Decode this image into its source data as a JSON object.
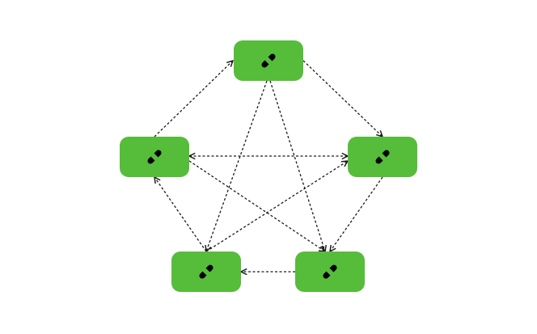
{
  "diagram": {
    "node_color": "#56bd3a",
    "edge_color": "#1a1a1a",
    "edge_style": "dotted",
    "icon": "link-icon",
    "nodes": [
      {
        "id": "top",
        "icon": "link-icon"
      },
      {
        "id": "left",
        "icon": "link-icon"
      },
      {
        "id": "right",
        "icon": "link-icon"
      },
      {
        "id": "bottom-left",
        "icon": "link-icon"
      },
      {
        "id": "bottom-right",
        "icon": "link-icon"
      }
    ],
    "edges": [
      {
        "from": "left",
        "to": "top"
      },
      {
        "from": "top",
        "to": "right"
      },
      {
        "from": "left",
        "to": "right",
        "bidirectional": true
      },
      {
        "from": "right",
        "to": "bottom-right"
      },
      {
        "from": "bottom-right",
        "to": "bottom-left"
      },
      {
        "from": "bottom-left",
        "to": "left"
      },
      {
        "from": "top",
        "to": "bottom-right"
      },
      {
        "from": "top",
        "to": "bottom-left"
      },
      {
        "from": "left",
        "to": "bottom-right"
      },
      {
        "from": "bottom-left",
        "to": "right"
      }
    ]
  }
}
